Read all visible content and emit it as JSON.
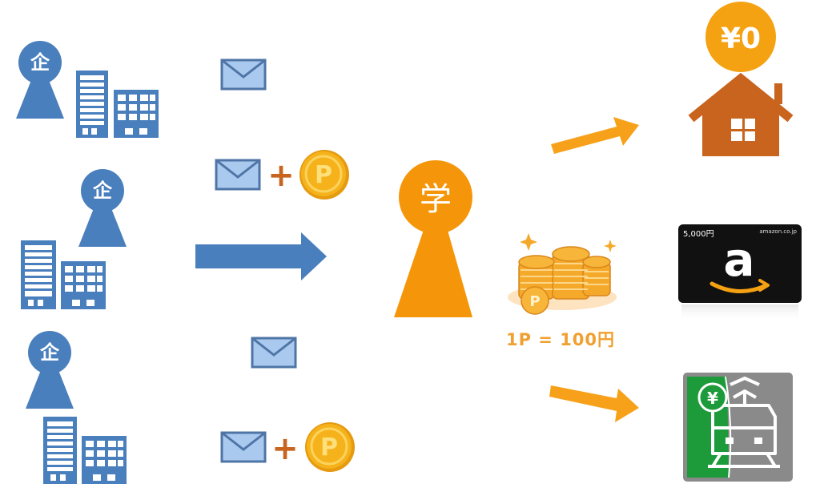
{
  "labels": {
    "company": "企",
    "student": "学",
    "plus": "+",
    "point": "P",
    "yen_zero": "¥0",
    "rate": "1P = 100円",
    "giftcard_amount": "5,000円",
    "giftcard_brand": "amazon.co.jp",
    "giftcard_logo": "a",
    "yen": "¥"
  },
  "colors": {
    "company_blue": "#4a7fbd",
    "student_orange": "#f5960a",
    "arrow_orange": "#f7a11a",
    "house_brown": "#c8641e",
    "envelope_fill": "#a9c9ef",
    "coin_gold": "#f5b21b",
    "train_green": "#1d9a3a",
    "train_gray": "#8a8a8a"
  }
}
